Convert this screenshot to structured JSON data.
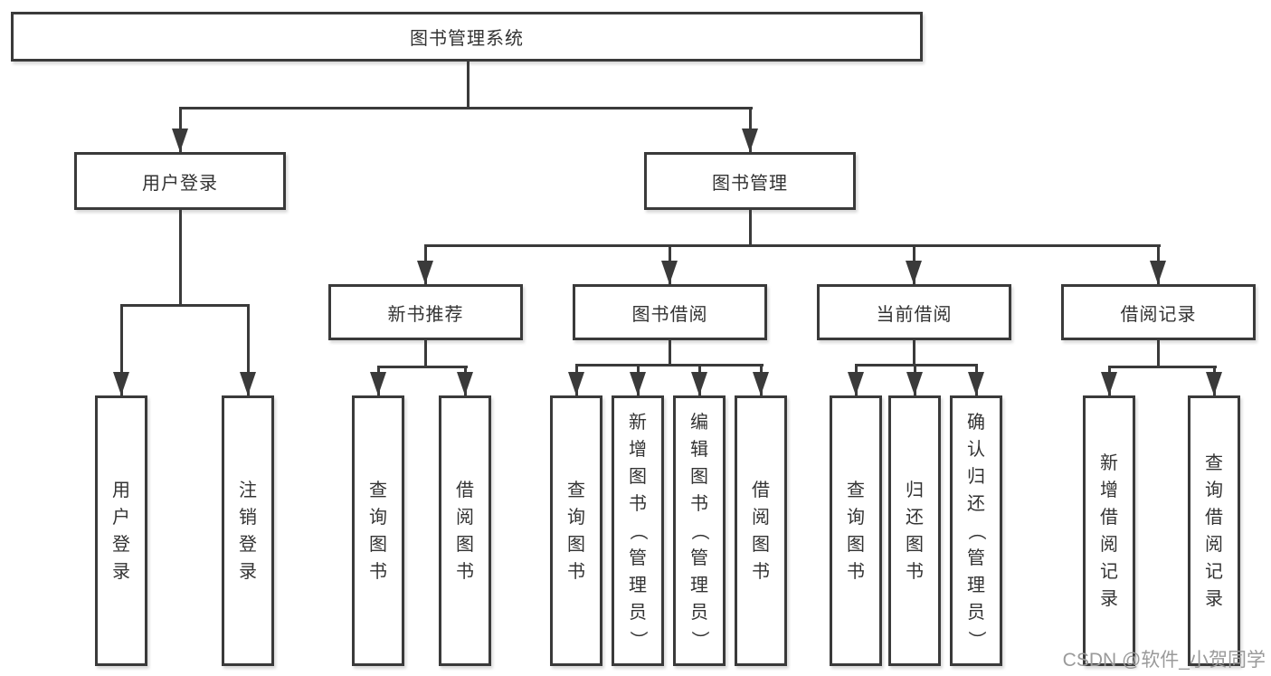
{
  "diagram": {
    "root": {
      "label": "图书管理系统"
    },
    "level1": [
      {
        "id": "user-login",
        "label": "用户登录"
      },
      {
        "id": "book-management",
        "label": "图书管理"
      }
    ],
    "level2": [
      {
        "id": "new-book-recommend",
        "label": "新书推荐"
      },
      {
        "id": "book-borrow",
        "label": "图书借阅"
      },
      {
        "id": "current-borrow",
        "label": "当前借阅"
      },
      {
        "id": "borrow-records",
        "label": "借阅记录"
      }
    ],
    "leaves": [
      {
        "group": "user-login",
        "label": "用户登录"
      },
      {
        "group": "user-login",
        "label": "注销登录"
      },
      {
        "group": "new-book-recommend",
        "label": "查询图书"
      },
      {
        "group": "new-book-recommend",
        "label": "借阅图书"
      },
      {
        "group": "book-borrow",
        "label": "查询图书"
      },
      {
        "group": "book-borrow",
        "label": "新增图书（管理员）"
      },
      {
        "group": "book-borrow",
        "label": "编辑图书（管理员）"
      },
      {
        "group": "book-borrow",
        "label": "借阅图书"
      },
      {
        "group": "current-borrow",
        "label": "查询图书"
      },
      {
        "group": "current-borrow",
        "label": "归还图书"
      },
      {
        "group": "current-borrow",
        "label": "确认归还（管理员）"
      },
      {
        "group": "borrow-records",
        "label": "新增借阅记录"
      },
      {
        "group": "borrow-records",
        "label": "查询借阅记录"
      }
    ]
  },
  "watermark": {
    "text": "CSDN @软件_小贺同学"
  },
  "colors": {
    "line": "#3a3a3a",
    "text": "#333333",
    "watermark": "#9a9a9a",
    "background": "#ffffff"
  }
}
